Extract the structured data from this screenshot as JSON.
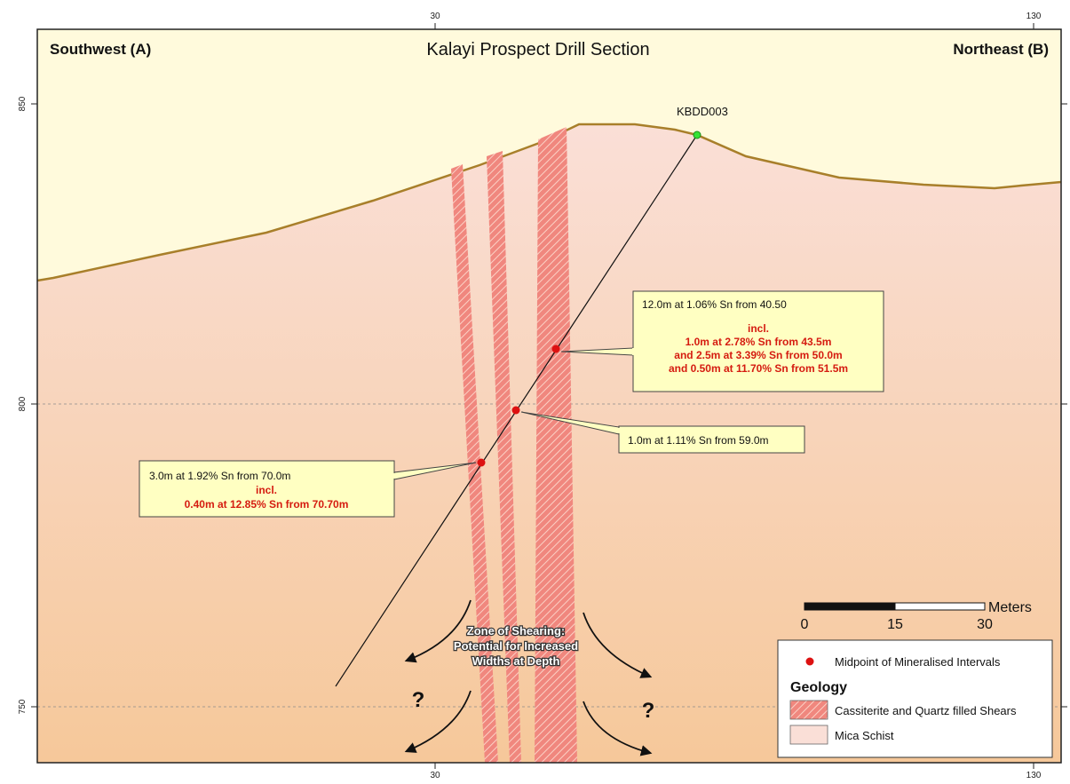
{
  "title": "Kalayi Prospect Drill Section",
  "corner_labels": {
    "left": "Southwest (A)",
    "right": "Northeast (B)"
  },
  "axis": {
    "top_ticks": [
      "30",
      "130"
    ],
    "bottom_ticks": [
      "30",
      "130"
    ],
    "left_ticks": [
      "850",
      "800",
      "750"
    ]
  },
  "drillhole": {
    "name": "KBDD003"
  },
  "callouts": [
    {
      "main": "12.0m at 1.06% Sn from 40.50",
      "sub": [
        "incl.",
        "1.0m at 2.78% Sn from 43.5m",
        "and 2.5m at 3.39% Sn from 50.0m",
        "and 0.50m at 11.70% Sn from 51.5m"
      ]
    },
    {
      "main": "1.0m at 1.11% Sn from 59.0m",
      "sub": []
    },
    {
      "main": "3.0m at 1.92% Sn from 70.0m",
      "sub": [
        "incl.",
        "0.40m at 12.85% Sn from 70.70m"
      ]
    }
  ],
  "annotation": {
    "lines": [
      "Zone of Shearing:",
      "Potential for Increased",
      "Widths at Depth"
    ],
    "question": "?"
  },
  "scale_bar": {
    "ticks": [
      "0",
      "15",
      "30"
    ],
    "unit": "Meters"
  },
  "legend": {
    "point_label": "Midpoint of Mineralised Intervals",
    "heading": "Geology",
    "items": [
      "Cassiterite and Quartz filled Shears",
      "Mica Schist"
    ]
  },
  "colors": {
    "rock_top": "#fadfd7",
    "rock_bottom": "#f6c89a",
    "sky": "#fffadc",
    "surface": "#a87f2a",
    "shear": "#f0877e",
    "mineral_point": "#dd1111",
    "collar": "#35e335",
    "callout_bg": "#ffffc2",
    "callout_red": "#d51b10"
  }
}
